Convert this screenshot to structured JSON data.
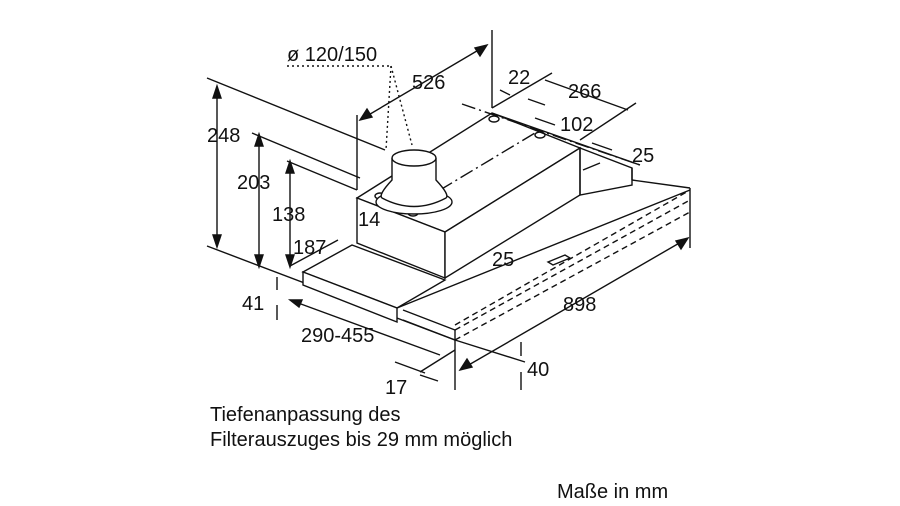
{
  "dimensions": {
    "duct_diameter": "ø 120/150",
    "d526": "526",
    "d22": "22",
    "d266": "266",
    "d102": "102",
    "d25_right": "25",
    "d248": "248",
    "d203": "203",
    "d138": "138",
    "d14": "14",
    "d187": "187",
    "d25_front": "25",
    "d898": "898",
    "d41": "41",
    "d290_455": "290-455",
    "d40": "40",
    "d17": "17"
  },
  "note": {
    "line1": "Tiefenanpassung des",
    "line2": "Filterauszuges bis 29 mm möglich"
  },
  "units": "Maße in mm"
}
